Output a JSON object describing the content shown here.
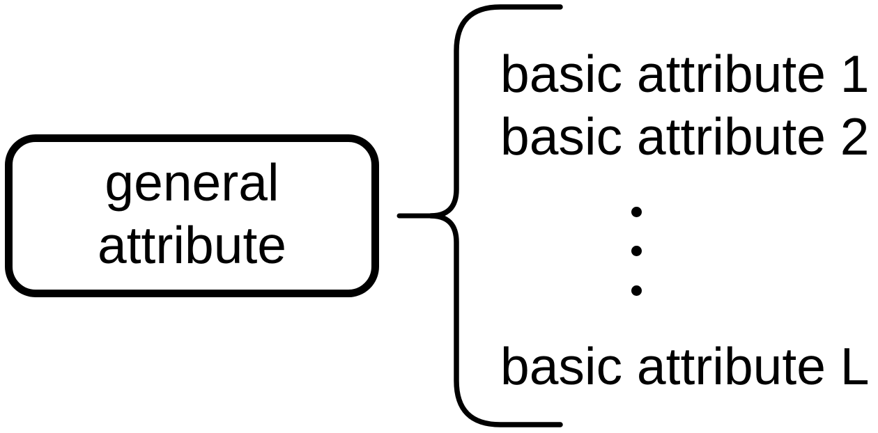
{
  "diagram": {
    "background_color": "#ffffff",
    "line_color": "#000000",
    "general_node": {
      "label": "general attribute",
      "lines": [
        "general",
        "attribute"
      ]
    },
    "brace": {
      "type": "left-curly-brace"
    },
    "ellipsis": {
      "type": "vertical-ellipsis",
      "dot_count": 3
    },
    "basic_attributes": [
      "basic attribute 1",
      "basic attribute 2",
      "basic attribute L"
    ]
  }
}
